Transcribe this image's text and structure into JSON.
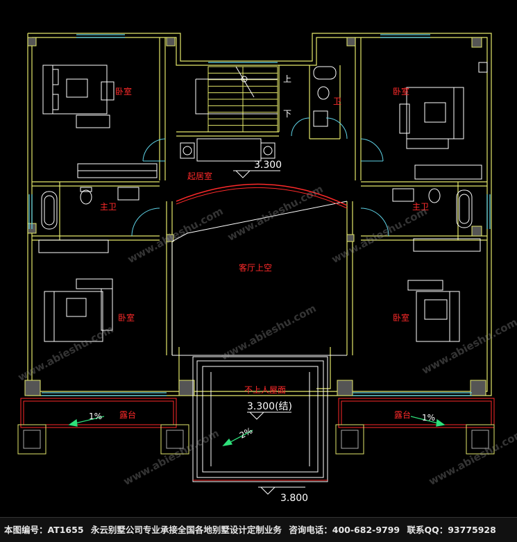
{
  "labels": {
    "bedroom_tl": "卧室",
    "bedroom_tr": "卧室",
    "bedroom_bl": "卧室",
    "bedroom_br": "卧室",
    "bath_left": "主卫",
    "bath_right": "主卫",
    "bath_top": "卫",
    "living": "起居室",
    "void": "客厅上空",
    "roof": "不上人屋面",
    "balcony_left": "露台",
    "balcony_right": "露台",
    "stair_up": "上",
    "stair_down": "下"
  },
  "levels": {
    "living": "3.300",
    "roof": "3.300(结)",
    "bottom": "3.800"
  },
  "slopes": {
    "left": "1%",
    "right": "1%",
    "roof": "2%"
  },
  "footer": {
    "plan_no": "本图编号：AT1655",
    "company": "永云别墅公司专业承接全国各地别墅设计定制业务",
    "phone": "咨询电话：400-682-9799",
    "qq": "联系QQ：93775928"
  },
  "watermark": "www.abieshu.com",
  "colors": {
    "wall": "#e5e96b",
    "red_label": "#ff2a2a",
    "dim": "#ffffff",
    "window": "#5fd4e8",
    "furniture": "#ffffff"
  }
}
